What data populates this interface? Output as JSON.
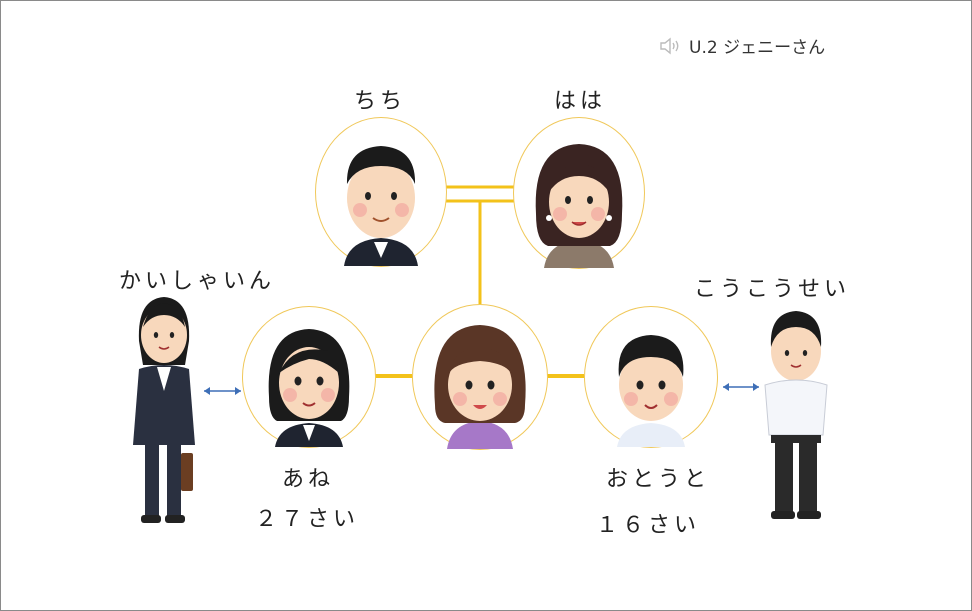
{
  "header": {
    "unit_label": "U.2 ジェニーさん",
    "icon": "speaker-icon"
  },
  "family": {
    "father": {
      "label": "ちち"
    },
    "mother": {
      "label": "はは"
    },
    "sister": {
      "label": "あね",
      "age": "２７さい",
      "occupation": "かいしゃいん"
    },
    "brother": {
      "label": "おとうと",
      "age": "１６さい",
      "occupation": "こうこうせい"
    }
  },
  "colors": {
    "line": "#f3c21a",
    "circle": "#f0c85a",
    "arrow": "#3e6fb7"
  }
}
